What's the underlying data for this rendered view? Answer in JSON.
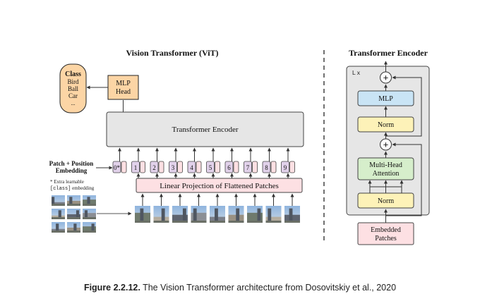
{
  "vit": {
    "title": "Vision Transformer (ViT)",
    "class_head": {
      "title": "Class",
      "items": [
        "Bird",
        "Ball",
        "Car",
        "..."
      ]
    },
    "mlp_head": [
      "MLP",
      "Head"
    ],
    "encoder_label": "Transformer Encoder",
    "patch_position_label": [
      "Patch + Position",
      "Embedding"
    ],
    "extra_note": {
      "line1": "* Extra learnable",
      "line2_code": "[class]",
      "line2_rest": " embedding"
    },
    "position_tokens": [
      "0*",
      "1",
      "2",
      "3",
      "4",
      "5",
      "6",
      "7",
      "8",
      "9"
    ],
    "linear_projection": "Linear Projection of Flattened Patches"
  },
  "encoder_detail": {
    "title": "Transformer Encoder",
    "repeat": "L x",
    "mlp": "MLP",
    "norm_top": "Norm",
    "attention": [
      "Multi-Head",
      "Attention"
    ],
    "norm_bottom": "Norm",
    "embedded_patches": [
      "Embedded",
      "Patches"
    ],
    "plus": "+"
  },
  "caption": {
    "label": "Figure 2.2.12.",
    "text": " The Vision Transformer architecture from Dosovitskiy et al., 2020"
  },
  "colors": {
    "class_fill": "#fcd5a5",
    "mlp_head_fill": "#fcd5a5",
    "encoder_fill": "#e6e6e6",
    "projection_fill": "#fde0e3",
    "position_fill": "#e1d1ea",
    "token_fill": "#fde0e3",
    "mlp_fill": "#c9e4f5",
    "norm_fill": "#fdf2b8",
    "attention_fill": "#d6eecb",
    "embedded_fill": "#fde0e3"
  }
}
